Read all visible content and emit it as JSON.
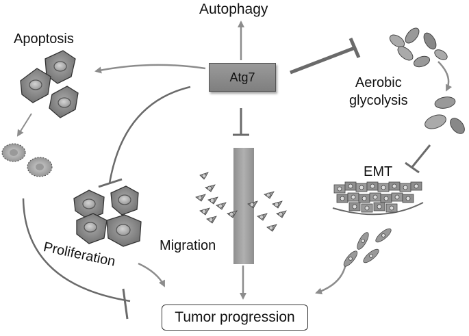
{
  "nodes": {
    "autophagy": "Autophagy",
    "apoptosis": "Apoptosis",
    "atg7": "Atg7",
    "aerobic_line1": "Aerobic",
    "aerobic_line2": "glycolysis",
    "emt": "EMT",
    "proliferation": "Proliferation",
    "migration": "Migration",
    "tumor_progression": "Tumor progression"
  },
  "colors": {
    "arrow": "#8c8c8c",
    "inhibit": "#6a6a6a",
    "cell_fill": "#8a8a8a",
    "nucleus": "#b8b8b8"
  }
}
